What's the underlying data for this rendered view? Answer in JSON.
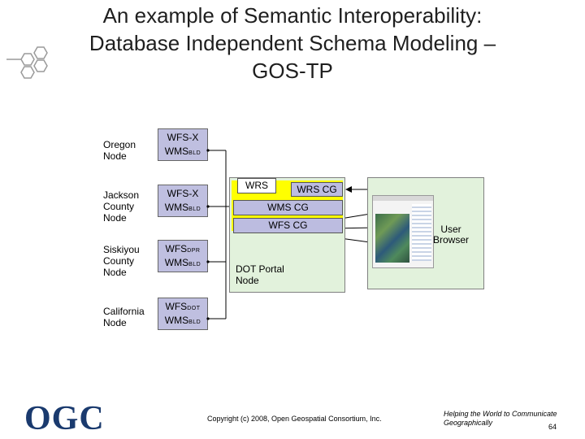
{
  "slide": {
    "title_lines": [
      "An example of Semantic Interoperability:",
      "Database Independent Schema Modeling –",
      "GOS-TP"
    ]
  },
  "nodes": [
    {
      "label_lines": [
        "Oregon",
        "Node"
      ],
      "line1_main": "WFS-X",
      "line1_sub": "",
      "line2_main": "WMS",
      "line2_sub": "BLD"
    },
    {
      "label_lines": [
        "Jackson",
        "County",
        "Node"
      ],
      "line1_main": "WFS-X",
      "line1_sub": "",
      "line2_main": "WMS",
      "line2_sub": "BLD"
    },
    {
      "label_lines": [
        "Siskiyou",
        "County",
        "Node"
      ],
      "line1_main": "WFS",
      "line1_sub": "DPR",
      "line2_main": "WMS",
      "line2_sub": "BLD"
    },
    {
      "label_lines": [
        "California",
        "Node"
      ],
      "line1_main": "WFS",
      "line1_sub": "DOT",
      "line2_main": "WMS",
      "line2_sub": "BLD"
    }
  ],
  "portal": {
    "wrs": "WRS",
    "wrs_cg": "WRS CG",
    "wms_cg": "WMS CG",
    "wfs_cg": "WFS CG",
    "label_lines": [
      "DOT Portal",
      "Node"
    ]
  },
  "user": {
    "label_lines": [
      "User",
      "Browser"
    ]
  },
  "footer": {
    "logo": "OGC",
    "copyright": "Copyright (c) 2008, Open Geospatial Consortium, Inc.",
    "tagline_lines": [
      "Helping the World to Communicate",
      "Geographically"
    ],
    "page": "64"
  },
  "colors": {
    "node_box": "#bfbfe0",
    "portal_bg": "#e2f2dc",
    "highlight": "#ffff00",
    "logo": "#1a3a6e"
  }
}
